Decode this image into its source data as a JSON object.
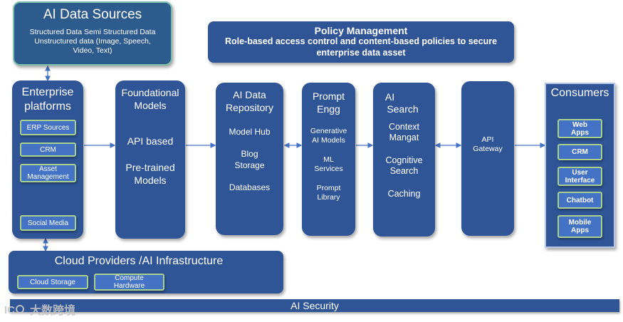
{
  "ai_data_sources": {
    "title": "AI Data Sources",
    "line1": "Structured Data  Semi Structured Data",
    "line2": "Unstructured data (Image, Speech,",
    "line3": "Video, Text)"
  },
  "policy": {
    "title": "Policy  Management",
    "line1": "Role-based access control and content-based policies to secure",
    "line2": "enterprise data asset"
  },
  "enterprise": {
    "title1": "Enterprise",
    "title2": "platforms",
    "chips": [
      {
        "l1": "ERP Sources",
        "l2": ""
      },
      {
        "l1": "CRM",
        "l2": ""
      },
      {
        "l1": "Asset",
        "l2": "Management"
      },
      {
        "l1": "Social Media",
        "l2": ""
      }
    ]
  },
  "foundational": {
    "title1": "Foundational",
    "title2": "Models",
    "item1": "API based",
    "item2a": "Pre-trained",
    "item2b": "Models"
  },
  "repository": {
    "title1": "AI Data",
    "title2": "Repository",
    "items": [
      "Model Hub",
      "Blog",
      "Storage",
      "Databases"
    ]
  },
  "prompt": {
    "title1": "Prompt",
    "title2": "Engg",
    "items": [
      "Generative",
      "AI Models",
      "ML",
      "Services",
      "Prompt",
      "Library"
    ]
  },
  "search": {
    "title1": "AI",
    "title2": "Search",
    "items": [
      "Context",
      "Mangat",
      "Cognitive",
      "Search",
      "Caching"
    ]
  },
  "gateway": {
    "line1": "API",
    "line2": "Gateway"
  },
  "consumers": {
    "title": "Consumers",
    "chips": [
      {
        "l1": "Web",
        "l2": "Apps"
      },
      {
        "l1": "CRM",
        "l2": ""
      },
      {
        "l1": "User",
        "l2": "Interface"
      },
      {
        "l1": "Chatbot",
        "l2": ""
      },
      {
        "l1": "Mobile",
        "l2": "Apps"
      }
    ]
  },
  "cloud": {
    "title": "Cloud Providers /AI Infrastructure",
    "chips": [
      {
        "l1": "Cloud Storage",
        "l2": ""
      },
      {
        "l1": "Compute",
        "l2": "Hardware"
      }
    ]
  },
  "security": {
    "label": "AI  Security"
  },
  "watermark": {
    "text": "大数跨境"
  },
  "colors": {
    "box": "#2f5597",
    "chip": "#4472c4",
    "chip_border": "#a9d18e",
    "connector": "#4472c4"
  }
}
